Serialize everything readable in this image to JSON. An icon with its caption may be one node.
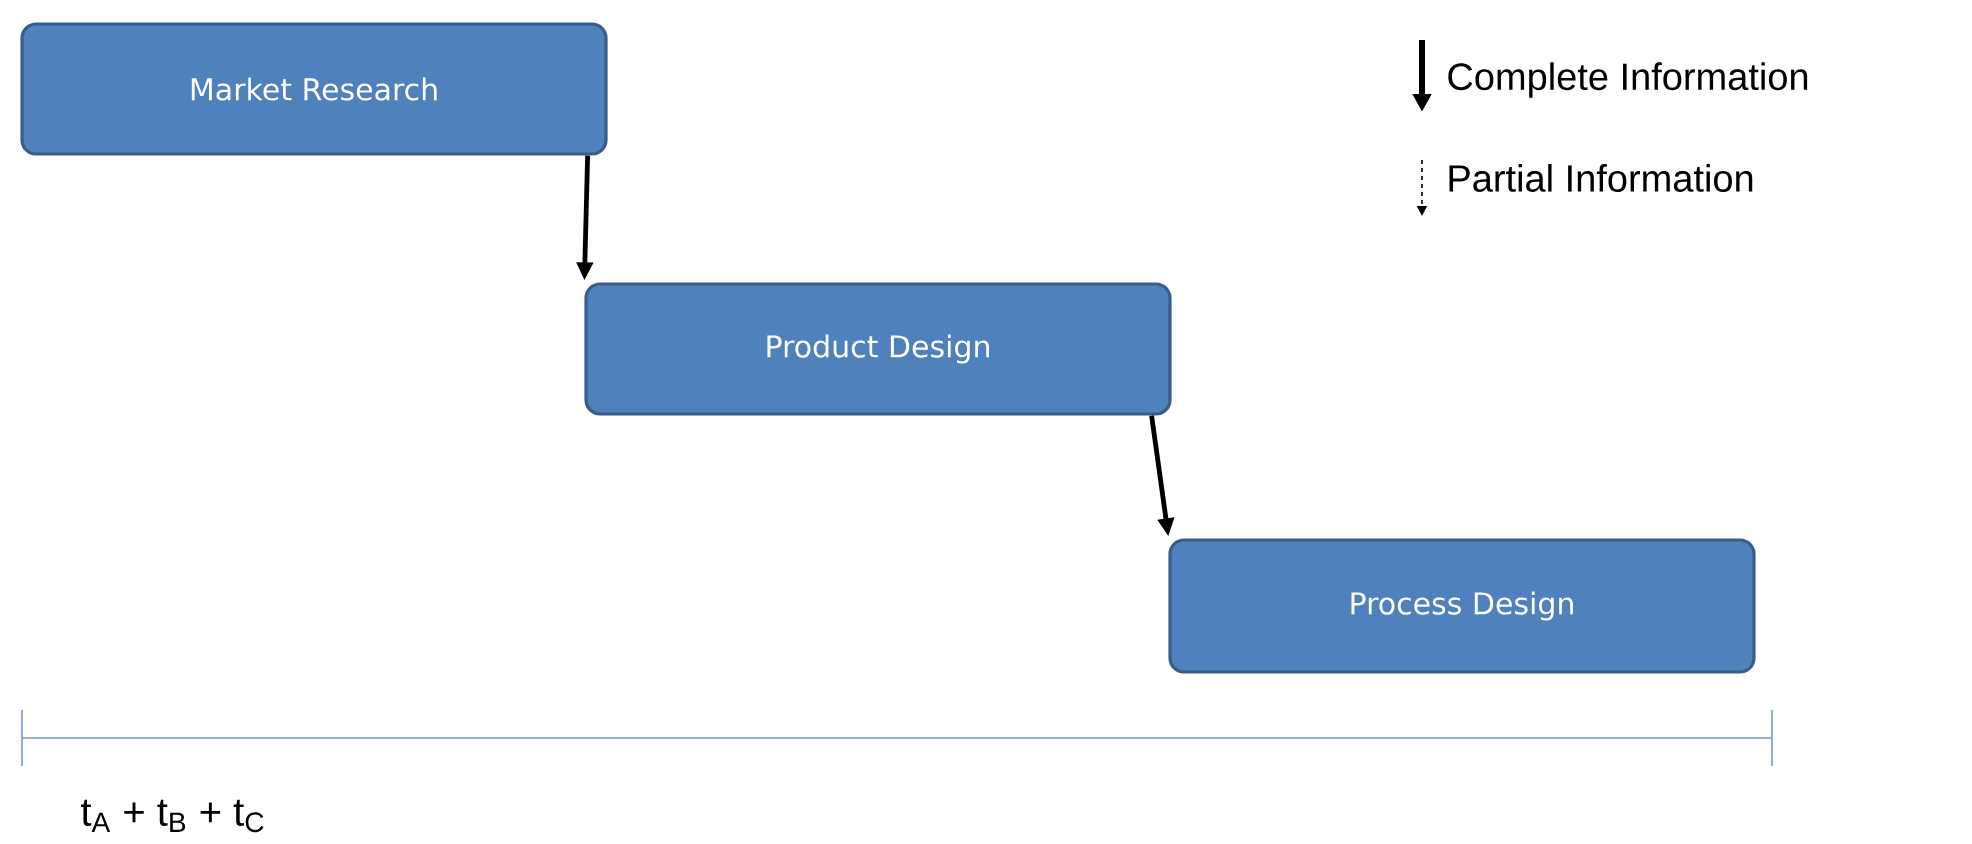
{
  "diagram": {
    "nodes": [
      {
        "text": [
          "Market Research"
        ]
      },
      {
        "text": [
          "Product Design"
        ]
      },
      {
        "text": [
          "Process Design"
        ]
      }
    ],
    "edges": [
      {
        "from": 0,
        "to": 1,
        "arrow": "to"
      },
      {
        "from": 1,
        "to": 2,
        "arrow": "to"
      }
    ],
    "labels": [
      "t$_{A}$ + t$_{B}$ + t$_{C}$"
    ],
    "legend": [
      {
        "text": "Complete Information"
      },
      {
        "text": "Partial Information"
      }
    ]
  }
}
